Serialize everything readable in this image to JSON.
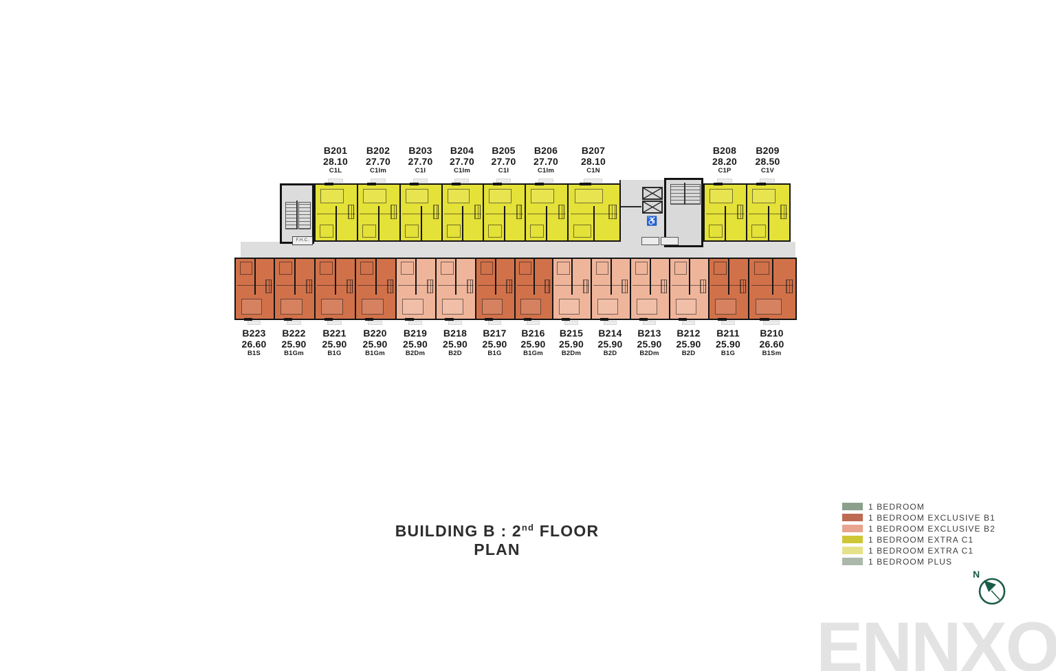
{
  "title": {
    "text_main": "BUILDING B : 2",
    "superscript": "nd",
    "text_tail": " FLOOR PLAN"
  },
  "watermark": {
    "text": "ENNXO",
    "color": "#e3e3e3"
  },
  "compass": {
    "label": "N",
    "color": "#1b5c49"
  },
  "legend": {
    "items": [
      {
        "label": "1 BEDROOM",
        "color": "#8ba08c"
      },
      {
        "label": "1 BEDROOM EXCLUSIVE B1",
        "color": "#bd6b52"
      },
      {
        "label": "1 BEDROOM EXCLUSIVE B2",
        "color": "#e8a48f"
      },
      {
        "label": "1 BEDROOM EXTRA C1",
        "color": "#cfc636"
      },
      {
        "label": "1 BEDROOM EXTRA C1",
        "color": "#e6e289"
      },
      {
        "label": "1 BEDROOM PLUS",
        "color": "#adb8ad"
      }
    ]
  },
  "plan": {
    "core_label_fhc": "F.H.C.",
    "unit_colors": {
      "extra_c1": "#e4e138",
      "exclusive_b1": "#d1714a",
      "exclusive_b2": "#efb59b"
    },
    "top_units": [
      {
        "id": "B201",
        "area": "28.10",
        "type": "C1L"
      },
      {
        "id": "B202",
        "area": "27.70",
        "type": "C1Im"
      },
      {
        "id": "B203",
        "area": "27.70",
        "type": "C1I"
      },
      {
        "id": "B204",
        "area": "27.70",
        "type": "C1Im"
      },
      {
        "id": "B205",
        "area": "27.70",
        "type": "C1I"
      },
      {
        "id": "B206",
        "area": "27.70",
        "type": "C1Im"
      },
      {
        "id": "B207",
        "area": "28.10",
        "type": "C1N"
      },
      {
        "id": "B208",
        "area": "28.20",
        "type": "C1P"
      },
      {
        "id": "B209",
        "area": "28.50",
        "type": "C1V"
      }
    ],
    "bottom_units": [
      {
        "id": "B223",
        "area": "26.60",
        "type": "B1S",
        "color": "exclusive_b1"
      },
      {
        "id": "B222",
        "area": "25.90",
        "type": "B1Gm",
        "color": "exclusive_b1"
      },
      {
        "id": "B221",
        "area": "25.90",
        "type": "B1G",
        "color": "exclusive_b1"
      },
      {
        "id": "B220",
        "area": "25.90",
        "type": "B1Gm",
        "color": "exclusive_b1"
      },
      {
        "id": "B219",
        "area": "25.90",
        "type": "B2Dm",
        "color": "exclusive_b2"
      },
      {
        "id": "B218",
        "area": "25.90",
        "type": "B2D",
        "color": "exclusive_b2"
      },
      {
        "id": "B217",
        "area": "25.90",
        "type": "B1G",
        "color": "exclusive_b1"
      },
      {
        "id": "B216",
        "area": "25.90",
        "type": "B1Gm",
        "color": "exclusive_b1"
      },
      {
        "id": "B215",
        "area": "25.90",
        "type": "B2Dm",
        "color": "exclusive_b2"
      },
      {
        "id": "B214",
        "area": "25.90",
        "type": "B2D",
        "color": "exclusive_b2"
      },
      {
        "id": "B213",
        "area": "25.90",
        "type": "B2Dm",
        "color": "exclusive_b2"
      },
      {
        "id": "B212",
        "area": "25.90",
        "type": "B2D",
        "color": "exclusive_b2"
      },
      {
        "id": "B211",
        "area": "25.90",
        "type": "B1G",
        "color": "exclusive_b1"
      },
      {
        "id": "B210",
        "area": "26.60",
        "type": "B1Sm",
        "color": "exclusive_b1"
      }
    ]
  }
}
